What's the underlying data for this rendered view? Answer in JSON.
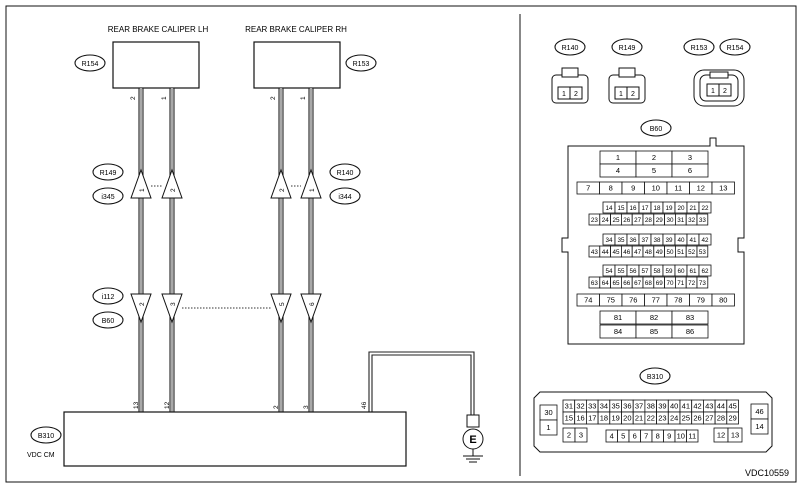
{
  "title_lh": "REAR BRAKE CALIPER LH",
  "title_rh": "REAR BRAKE CALIPER RH",
  "module_code": "B310",
  "module_name": "VDC CM",
  "figure_id": "VDC10559",
  "connectors": {
    "r154": "R154",
    "r153": "R153",
    "r149": "R149",
    "r140": "R140",
    "i345": "i345",
    "i344": "i344",
    "i112": "i112",
    "b60": "B60",
    "b310": "B310"
  },
  "lh_pins": [
    "2",
    "1"
  ],
  "rh_pins": [
    "2",
    "1"
  ],
  "mid_left_pins": [
    "1",
    "2"
  ],
  "mid_right_pins": [
    "2",
    "1"
  ],
  "lower_left_pins": [
    "2",
    "3"
  ],
  "lower_right_pins": [
    "5",
    "6"
  ],
  "ecm_pins": [
    "13",
    "12",
    "2",
    "3",
    "46"
  ],
  "ground_symbol": "E",
  "small_conn_pins": [
    "1",
    "2"
  ],
  "b60_rows": [
    [
      "1",
      "2",
      "3"
    ],
    [
      "4",
      "5",
      "6"
    ],
    [
      "7",
      "8",
      "9",
      "10",
      "11",
      "12",
      "13"
    ],
    [
      "14",
      "15",
      "16",
      "17",
      "18",
      "19",
      "20",
      "21",
      "22"
    ],
    [
      "23",
      "24",
      "25",
      "26",
      "27",
      "28",
      "29",
      "30",
      "31",
      "32",
      "33"
    ],
    [
      "34",
      "35",
      "36",
      "37",
      "38",
      "39",
      "40",
      "41",
      "42"
    ],
    [
      "43",
      "44",
      "45",
      "46",
      "47",
      "48",
      "49",
      "50",
      "51",
      "52",
      "53"
    ],
    [
      "54",
      "55",
      "56",
      "57",
      "58",
      "59",
      "60",
      "61",
      "62"
    ],
    [
      "63",
      "64",
      "65",
      "66",
      "67",
      "68",
      "69",
      "70",
      "71",
      "72",
      "73"
    ],
    [
      "74",
      "75",
      "76",
      "77",
      "78",
      "79",
      "80"
    ],
    [
      "81",
      "82",
      "83"
    ],
    [
      "84",
      "85",
      "86"
    ]
  ],
  "b310_rows": [
    [
      "31",
      "32",
      "33",
      "34",
      "35",
      "36",
      "37",
      "38",
      "39",
      "40",
      "41",
      "42",
      "43",
      "44",
      "45"
    ],
    [
      "15",
      "16",
      "17",
      "18",
      "19",
      "20",
      "21",
      "22",
      "23",
      "24",
      "25",
      "26",
      "27",
      "28",
      "29"
    ],
    [
      "4",
      "5",
      "6",
      "7",
      "8",
      "9",
      "10",
      "11"
    ]
  ],
  "b310_side": [
    "30",
    "1",
    "2",
    "3",
    "46",
    "14",
    "12",
    "13"
  ]
}
